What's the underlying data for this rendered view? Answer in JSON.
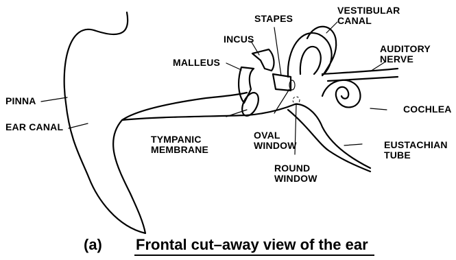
{
  "labels": {
    "pinna": "PINNA",
    "ear_canal": "EAR CANAL",
    "malleus": "MALLEUS",
    "incus": "INCUS",
    "stapes": "STAPES",
    "vestibular_canal": "VESTIBULAR\nCANAL",
    "auditory_nerve": "AUDITORY\nNERVE",
    "cochlea": "COCHLEA",
    "tympanic_membrane": "TYMPANIC\nMEMBRANE",
    "oval_window": "OVAL\nWINDOW",
    "round_window": "ROUND\nWINDOW",
    "eustachian_tube": "EUSTACHIAN\nTUBE"
  },
  "caption": {
    "letter": "(a)",
    "title": "Frontal cut–away view of the ear"
  }
}
